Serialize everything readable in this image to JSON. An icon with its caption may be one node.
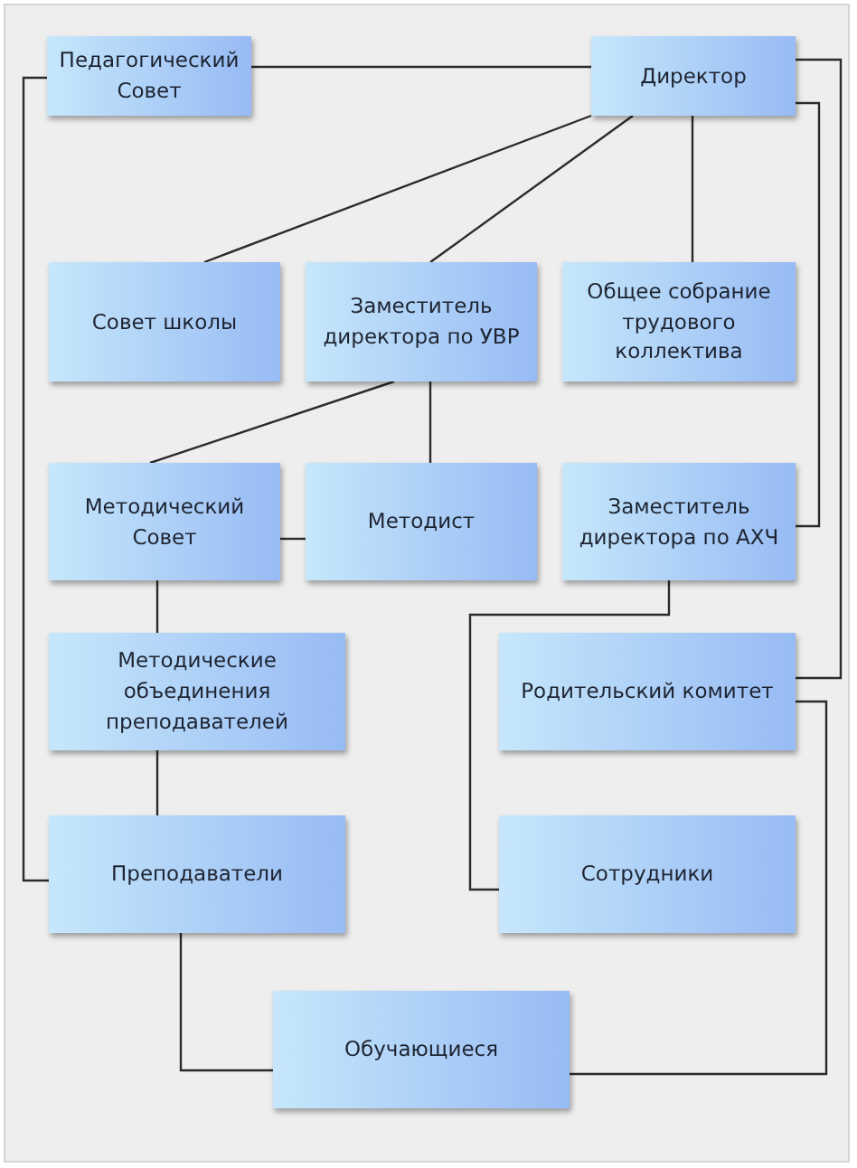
{
  "diagram": {
    "nodes": [
      {
        "text": [
          "Педагогический Совет"
        ]
      },
      {
        "text": [
          "Директор"
        ]
      },
      {
        "text": [
          "Совет школы"
        ]
      },
      {
        "text": [
          "Заместитель директора по УВР"
        ]
      },
      {
        "text": [
          "Общее собрание трудового коллектива"
        ]
      },
      {
        "text": [
          "Методический Совет"
        ]
      },
      {
        "text": [
          "Методист"
        ]
      },
      {
        "text": [
          "Заместитель директора по АХЧ"
        ]
      },
      {
        "text": [
          "Методические объединения преподавателей"
        ]
      },
      {
        "text": [
          "Родительский комитет"
        ]
      },
      {
        "text": [
          "Преподаватели"
        ]
      },
      {
        "text": [
          "Сотрудники"
        ]
      },
      {
        "text": [
          "Обучающиеся"
        ]
      }
    ],
    "edges": [
      {
        "from": 0,
        "to": 1,
        "arrow": "none"
      },
      {
        "from": 0,
        "to": 10,
        "arrow": "none"
      },
      {
        "from": 1,
        "to": 2,
        "arrow": "none"
      },
      {
        "from": 1,
        "to": 3,
        "arrow": "none"
      },
      {
        "from": 1,
        "to": 4,
        "arrow": "none"
      },
      {
        "from": 1,
        "to": 9,
        "arrow": "none"
      },
      {
        "from": 1,
        "to": 7,
        "arrow": "none"
      },
      {
        "from": 3,
        "to": 5,
        "arrow": "none"
      },
      {
        "from": 3,
        "to": 6,
        "arrow": "none"
      },
      {
        "from": 5,
        "to": 6,
        "arrow": "none"
      },
      {
        "from": 5,
        "to": 8,
        "arrow": "none"
      },
      {
        "from": 8,
        "to": 10,
        "arrow": "none"
      },
      {
        "from": 7,
        "to": 11,
        "arrow": "none"
      },
      {
        "from": 9,
        "to": 12,
        "arrow": "none"
      },
      {
        "from": 10,
        "to": 12,
        "arrow": "none"
      }
    ]
  }
}
